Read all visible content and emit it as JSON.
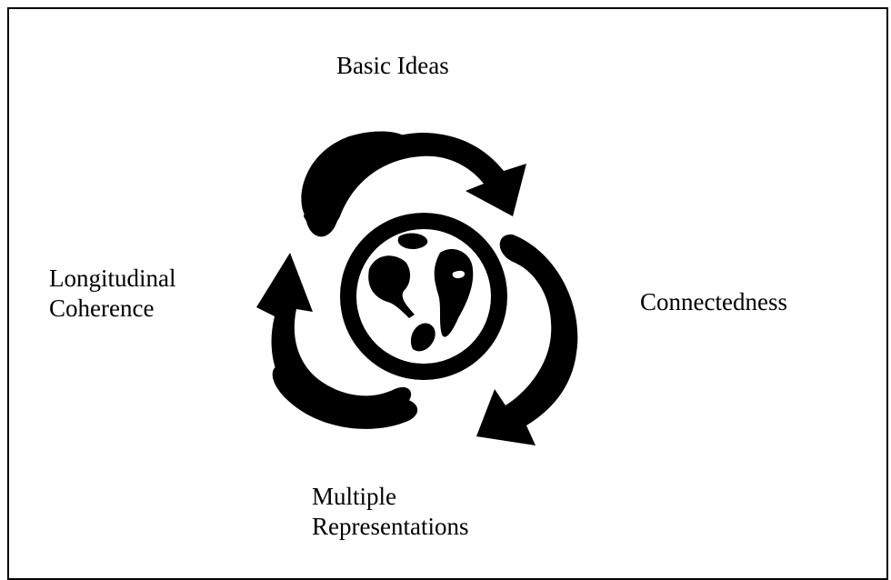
{
  "labels": {
    "top": "Basic Ideas",
    "right": "Connectedness",
    "left": [
      "Longitudinal",
      "Coherence"
    ],
    "bottom": [
      "Multiple",
      "Representations"
    ]
  },
  "colors": {
    "ink": "#000000",
    "paper": "#ffffff"
  },
  "icons": [
    "cycle-arrow-icon",
    "globe-icon"
  ]
}
